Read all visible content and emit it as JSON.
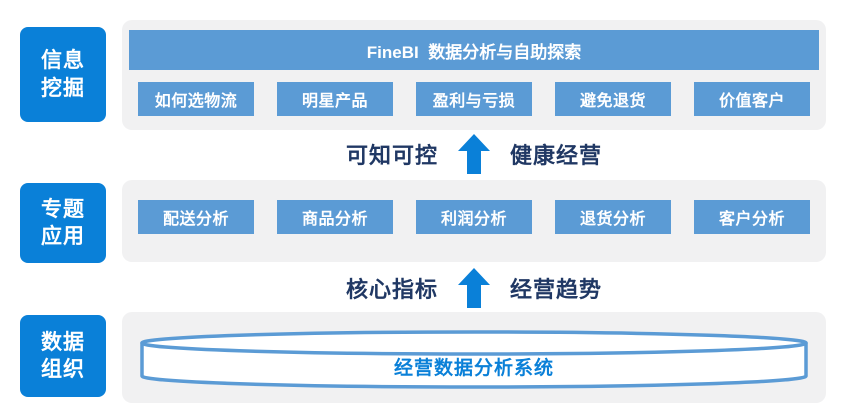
{
  "palette": {
    "bright_blue": "#0a80d8",
    "steel_blue": "#5b9bd5",
    "panel_gray": "#f1f1f2",
    "navy_text": "#203864"
  },
  "sections": [
    {
      "label_lines": [
        "信息",
        "挖掘"
      ],
      "header": "FineBI  数据分析与自助探索",
      "items": [
        "如何选物流",
        "明星产品",
        "盈利与亏损",
        "避免退货",
        "价值客户"
      ]
    },
    {
      "label_lines": [
        "专题",
        "应用"
      ],
      "items": [
        "配送分析",
        "商品分析",
        "利润分析",
        "退货分析",
        "客户分析"
      ]
    },
    {
      "label_lines": [
        "数据",
        "组织"
      ],
      "database_label": "经营数据分析系统"
    }
  ],
  "arrows": [
    {
      "left_text": "可知可控",
      "right_text": "健康经营"
    },
    {
      "left_text": "核心指标",
      "right_text": "经营趋势"
    }
  ]
}
